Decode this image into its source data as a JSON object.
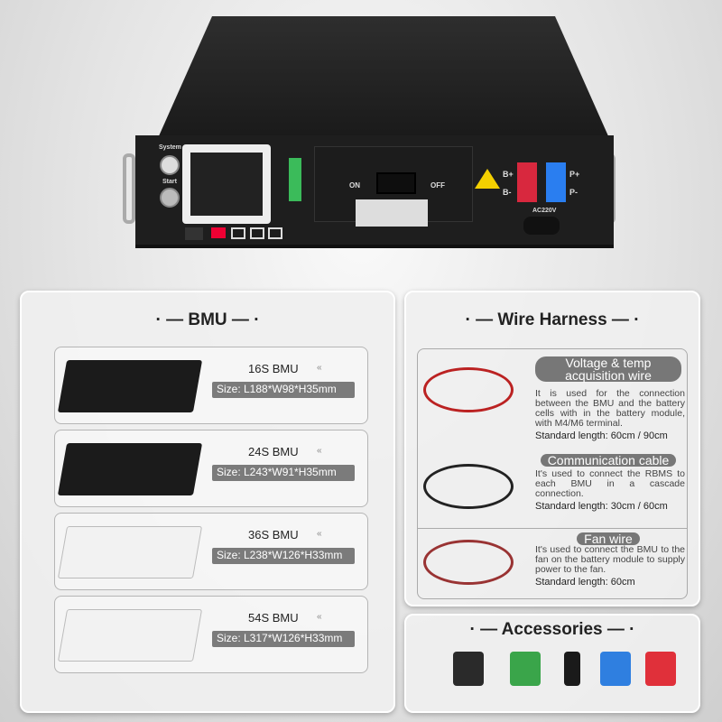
{
  "device": {
    "system_label": "System",
    "start_label": "Start",
    "on_label": "ON",
    "off_label": "OFF",
    "b_plus": "B+",
    "b_minus": "B-",
    "p_plus": "P+",
    "p_minus": "P-",
    "ac_label": "AC220V"
  },
  "bmu": {
    "title": "BMU",
    "items": [
      {
        "name": "16S BMU",
        "size": "Size: L188*W98*H35mm",
        "color": "#1b1b1b"
      },
      {
        "name": "24S BMU",
        "size": "Size:  L243*W91*H35mm",
        "color": "#1b1b1b"
      },
      {
        "name": "36S BMU",
        "size": "Size: L238*W126*H33mm",
        "color": "#f2f2f2"
      },
      {
        "name": "54S BMU",
        "size": "Size: L317*W126*H33mm",
        "color": "#f2f2f2"
      }
    ]
  },
  "wire_harness": {
    "title": "Wire  Harness",
    "items": [
      {
        "title": "Voltage & temp acquisition wire",
        "desc": "It is used for the connection between the BMU and the battery cells with in the battery module, with M4/M6 terminal.",
        "length": "Standard length: 60cm / 90cm"
      },
      {
        "title": "Communication cable",
        "desc": "It's used to connect the RBMS to each BMU in a cascade connection.",
        "length": "Standard length: 30cm / 60cm"
      },
      {
        "title": "Fan wire",
        "desc": "It's used to connect the BMU to the fan on the battery module to supply power to the fan.",
        "length": "Standard length: 60cm"
      }
    ]
  },
  "accessories": {
    "title": "Accessories",
    "colors": [
      "#2a2a2a",
      "#3aa54a",
      "#1a1a1a",
      "#2f7fe0",
      "#e0303a"
    ]
  }
}
